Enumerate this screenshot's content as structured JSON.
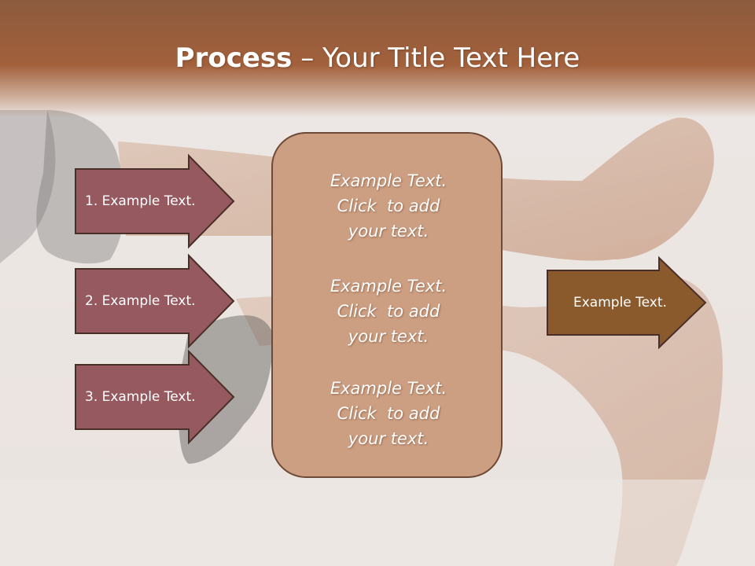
{
  "title": {
    "bold": "Process",
    "dash": " – ",
    "rest": "Your Title Text Here"
  },
  "left_arrows": [
    {
      "label": "1. Example Text."
    },
    {
      "label": "2. Example Text."
    },
    {
      "label": "3. Example Text."
    }
  ],
  "center_box": {
    "blocks": [
      {
        "line1": "Example Text.",
        "line2": "Click  to add",
        "line3": "your text."
      },
      {
        "line1": "Example Text.",
        "line2": "Click  to add",
        "line3": "your text."
      },
      {
        "line1": "Example Text.",
        "line2": "Click  to add",
        "line3": "your text."
      }
    ]
  },
  "right_arrow": {
    "label": "Example Text."
  },
  "colors": {
    "title_band": "#a2603b",
    "left_arrow_fill": "#96595f",
    "center_box_fill": "#cd9f82",
    "right_arrow_fill": "#8a5a2c",
    "outline": "#4a2e28"
  }
}
